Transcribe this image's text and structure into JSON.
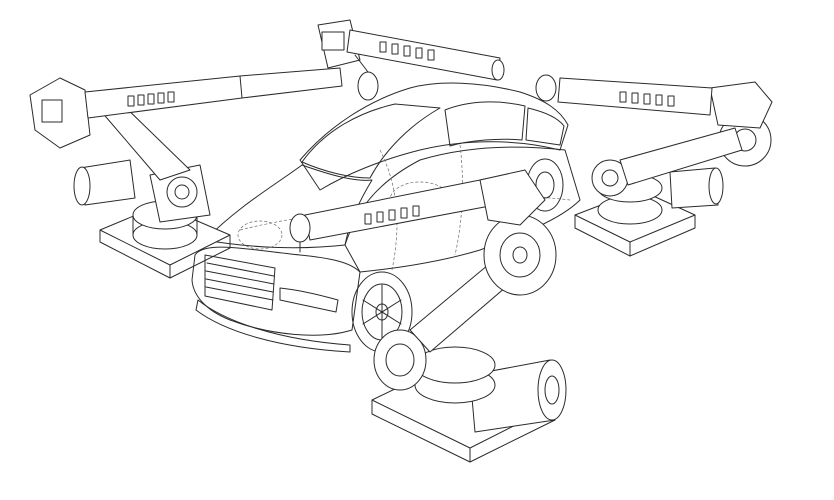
{
  "image": {
    "subject": "wireframe-robotic-assembly-cell",
    "colors": {
      "line": "#2b2b2b",
      "hidden_line": "#6a6a6a",
      "background": "#ffffff"
    },
    "components": [
      "car-body",
      "robot-arm-left",
      "robot-arm-top",
      "robot-arm-right",
      "robot-arm-front"
    ]
  }
}
